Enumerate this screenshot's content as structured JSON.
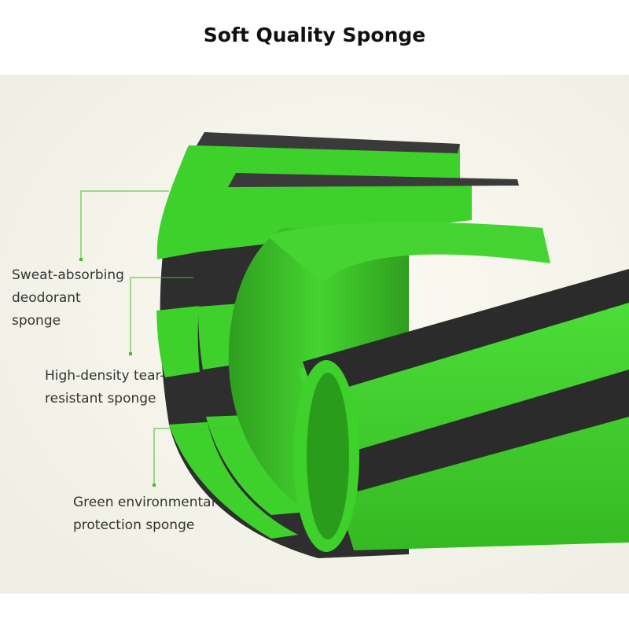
{
  "title": "Soft Quality Sponge",
  "labels": {
    "sweat": {
      "line1": "Sweat-absorbing",
      "line2": "deodorant",
      "line3": "sponge"
    },
    "density": {
      "line1": "High-density tear-",
      "line2": "resistant sponge"
    },
    "green": {
      "line1": "Green environmental",
      "line2": "protection sponge"
    }
  },
  "colors": {
    "green": "#3fd12b",
    "black_foam": "#2e2e2e",
    "leader": "#3fbf2e"
  }
}
